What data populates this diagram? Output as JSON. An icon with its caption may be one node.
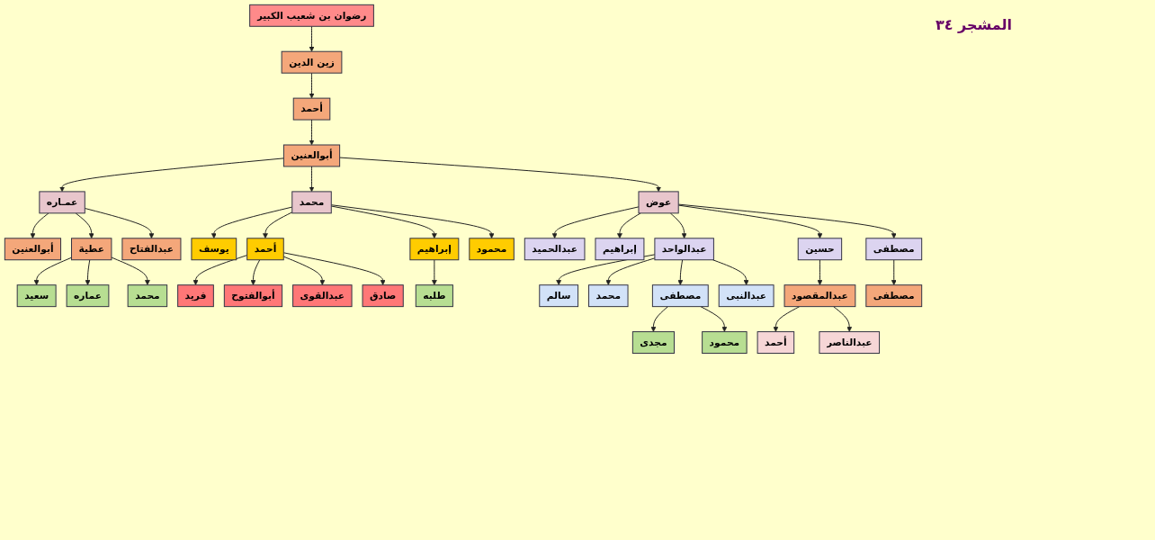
{
  "diagram": {
    "title": "المشجر ٣٤",
    "nodes": [
      {
        "text": [
          "رضوان بن شعيب الكبير"
        ]
      },
      {
        "text": [
          "زين الدين"
        ]
      },
      {
        "text": [
          "أحمد"
        ]
      },
      {
        "text": [
          "أبوالعنين"
        ]
      },
      {
        "text": [
          "عمـاره"
        ]
      },
      {
        "text": [
          "محمد"
        ]
      },
      {
        "text": [
          "عوض"
        ]
      },
      {
        "text": [
          "أبوالعنين"
        ]
      },
      {
        "text": [
          "عطية"
        ]
      },
      {
        "text": [
          "عبدالفتاح"
        ]
      },
      {
        "text": [
          "سعيد"
        ]
      },
      {
        "text": [
          "عماره"
        ]
      },
      {
        "text": [
          "محمد"
        ]
      },
      {
        "text": [
          "يوسف"
        ]
      },
      {
        "text": [
          "أحمد"
        ]
      },
      {
        "text": [
          "إبراهيم"
        ]
      },
      {
        "text": [
          "محمود"
        ]
      },
      {
        "text": [
          "طلبه"
        ]
      },
      {
        "text": [
          "فريد"
        ]
      },
      {
        "text": [
          "أبوالفتوح"
        ]
      },
      {
        "text": [
          "عبدالقوى"
        ]
      },
      {
        "text": [
          "صادق"
        ]
      },
      {
        "text": [
          "عبدالحميد"
        ]
      },
      {
        "text": [
          "إبراهيم"
        ]
      },
      {
        "text": [
          "عبدالواحد"
        ]
      },
      {
        "text": [
          "حسين"
        ]
      },
      {
        "text": [
          "مصطفى"
        ]
      },
      {
        "text": [
          "عبدالمقصود"
        ]
      },
      {
        "text": [
          "مصطفى"
        ]
      },
      {
        "text": [
          "أحمد"
        ]
      },
      {
        "text": [
          "عبدالناصر"
        ]
      },
      {
        "text": [
          "سالم"
        ]
      },
      {
        "text": [
          "محمد"
        ]
      },
      {
        "text": [
          "مصطفى"
        ]
      },
      {
        "text": [
          "عبدالنبى"
        ]
      },
      {
        "text": [
          "مجدى"
        ]
      },
      {
        "text": [
          "محمود"
        ]
      }
    ],
    "edges": [
      {
        "from": 0,
        "to": 1,
        "arrow": "to"
      },
      {
        "from": 1,
        "to": 2,
        "arrow": "to"
      },
      {
        "from": 2,
        "to": 3,
        "arrow": "to"
      },
      {
        "from": 3,
        "to": 4,
        "arrow": "to"
      },
      {
        "from": 3,
        "to": 5,
        "arrow": "to"
      },
      {
        "from": 3,
        "to": 6,
        "arrow": "to"
      },
      {
        "from": 4,
        "to": 7,
        "arrow": "to"
      },
      {
        "from": 4,
        "to": 8,
        "arrow": "to"
      },
      {
        "from": 4,
        "to": 9,
        "arrow": "to"
      },
      {
        "from": 8,
        "to": 10,
        "arrow": "to"
      },
      {
        "from": 8,
        "to": 11,
        "arrow": "to"
      },
      {
        "from": 8,
        "to": 12,
        "arrow": "to"
      },
      {
        "from": 5,
        "to": 13,
        "arrow": "to"
      },
      {
        "from": 5,
        "to": 14,
        "arrow": "to"
      },
      {
        "from": 5,
        "to": 15,
        "arrow": "to"
      },
      {
        "from": 5,
        "to": 16,
        "arrow": "to"
      },
      {
        "from": 15,
        "to": 17,
        "arrow": "to"
      },
      {
        "from": 14,
        "to": 18,
        "arrow": "to"
      },
      {
        "from": 14,
        "to": 19,
        "arrow": "to"
      },
      {
        "from": 14,
        "to": 20,
        "arrow": "to"
      },
      {
        "from": 14,
        "to": 21,
        "arrow": "to"
      },
      {
        "from": 6,
        "to": 22,
        "arrow": "to"
      },
      {
        "from": 6,
        "to": 23,
        "arrow": "to"
      },
      {
        "from": 6,
        "to": 24,
        "arrow": "to"
      },
      {
        "from": 6,
        "to": 25,
        "arrow": "to"
      },
      {
        "from": 6,
        "to": 26,
        "arrow": "to"
      },
      {
        "from": 25,
        "to": 27,
        "arrow": "to"
      },
      {
        "from": 26,
        "to": 28,
        "arrow": "to"
      },
      {
        "from": 27,
        "to": 29,
        "arrow": "to"
      },
      {
        "from": 27,
        "to": 30,
        "arrow": "to"
      },
      {
        "from": 24,
        "to": 31,
        "arrow": "to"
      },
      {
        "from": 24,
        "to": 32,
        "arrow": "to"
      },
      {
        "from": 24,
        "to": 33,
        "arrow": "to"
      },
      {
        "from": 24,
        "to": 34,
        "arrow": "to"
      },
      {
        "from": 33,
        "to": 35,
        "arrow": "to"
      },
      {
        "from": 33,
        "to": 36,
        "arrow": "to"
      }
    ]
  }
}
